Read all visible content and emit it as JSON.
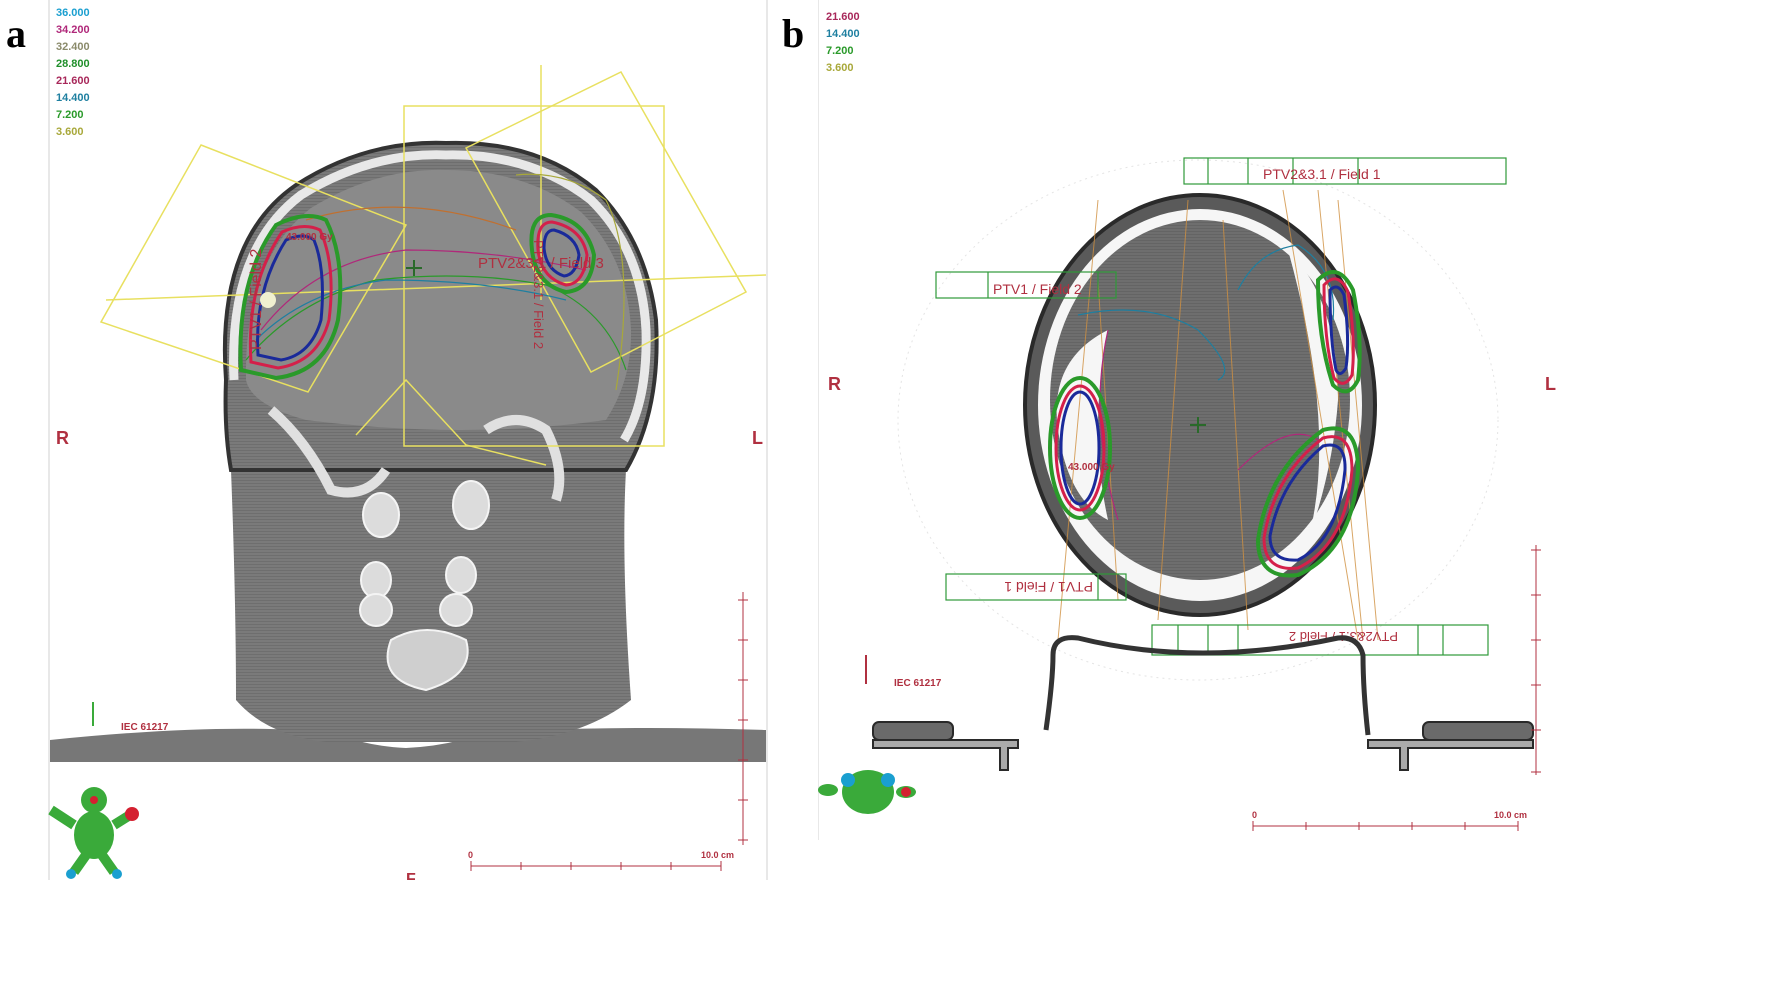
{
  "panels": [
    {
      "letter": "a",
      "isodose_legend": [
        {
          "value": "36.000",
          "color": "#1a9fd0"
        },
        {
          "value": "34.200",
          "color": "#b0287a"
        },
        {
          "value": "32.400",
          "color": "#8a8a6a"
        },
        {
          "value": "28.800",
          "color": "#1f8f2a"
        },
        {
          "value": "21.600",
          "color": "#a8285a"
        },
        {
          "value": "14.400",
          "color": "#1e7fa0"
        },
        {
          "value": "7.200",
          "color": "#2a9a2a"
        },
        {
          "value": "3.600",
          "color": "#a8a83a"
        }
      ],
      "orientation_left": "R",
      "orientation_right": "L",
      "bottom_letter": "F",
      "standard_label": "IEC 61217",
      "max_dose_label": "43.000 Gy",
      "field_labels": [
        "PTV1 / Field 2",
        "PTV2&3.1 / Field 3",
        "PTV2&3.1 / Field 2"
      ],
      "scale_start": "0",
      "scale_end": "10.0 cm"
    },
    {
      "letter": "b",
      "isodose_legend": [
        {
          "value": "21.600",
          "color": "#a8285a"
        },
        {
          "value": "14.400",
          "color": "#1e7fa0"
        },
        {
          "value": "7.200",
          "color": "#2a9a2a"
        },
        {
          "value": "3.600",
          "color": "#a8a83a"
        }
      ],
      "orientation_left": "R",
      "orientation_right": "L",
      "standard_label": "IEC 61217",
      "max_dose_label": "43.000 Gy",
      "field_labels": [
        "PTV2&3.1 / Field 1",
        "PTV1 / Field 2",
        "PTV1 / Field 1",
        "PTV2&3.1 / Field 2"
      ],
      "scale_start": "0",
      "scale_end": "10.0 cm"
    }
  ],
  "colors": {
    "orientation_label": "#b03040",
    "field_label": "#b03040",
    "beam_outline": "#2f9a3a",
    "yellow_beam": "#e8e060",
    "ptv_red": "#d4204a",
    "ptv_blue": "#1a2a9a",
    "figure_green": "#3aaa3a"
  }
}
